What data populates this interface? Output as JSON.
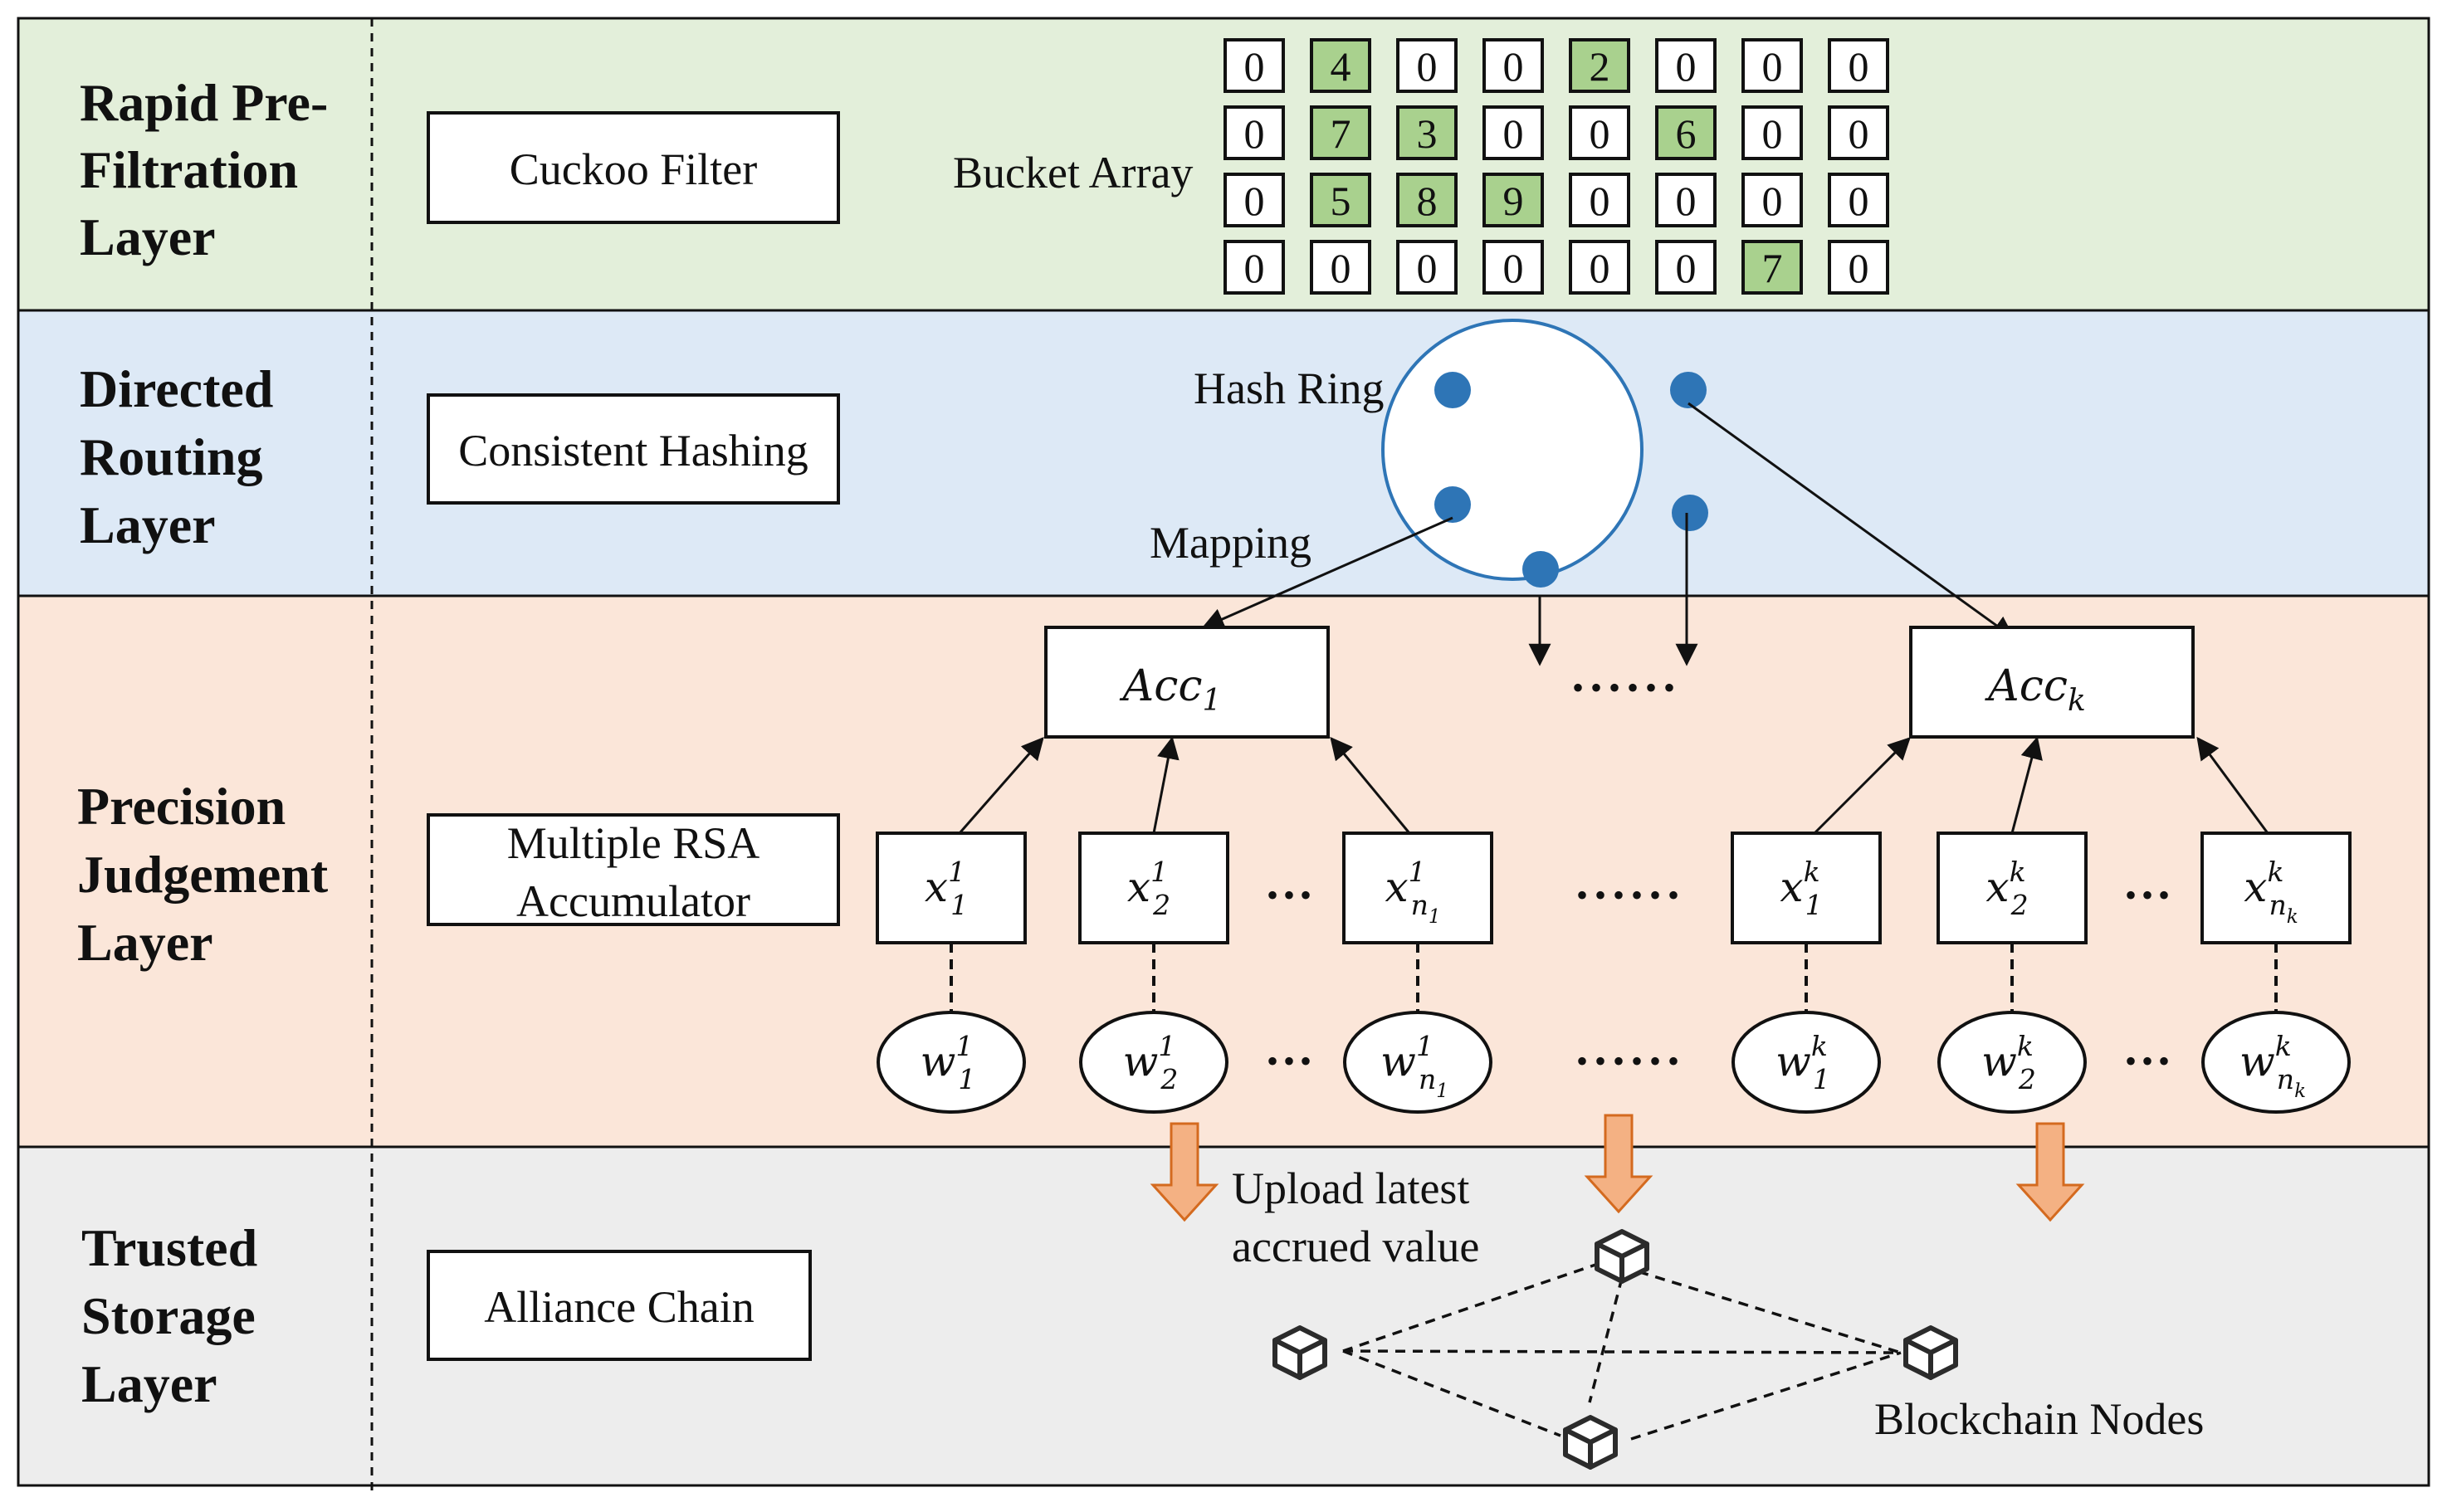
{
  "layers": [
    {
      "title_lines": [
        "Rapid Pre-",
        "Filtration",
        "Layer"
      ],
      "module": "Cuckoo Filter",
      "fill": "#e3efda"
    },
    {
      "title_lines": [
        "Directed",
        "Routing",
        "Layer"
      ],
      "module": "Consistent Hashing",
      "fill": "#dde9f6"
    },
    {
      "title_lines": [
        "Precision",
        "Judgement",
        "Layer"
      ],
      "module_lines": [
        "Multiple RSA",
        "Accumulator"
      ],
      "fill": "#fbe6d9"
    },
    {
      "title_lines": [
        "Trusted",
        "Storage",
        "Layer"
      ],
      "module": "Alliance Chain",
      "fill": "#ededed"
    }
  ],
  "bucket_array": {
    "label": "Bucket Array",
    "rows": [
      [
        0,
        4,
        0,
        0,
        2,
        0,
        0,
        0
      ],
      [
        0,
        7,
        3,
        0,
        0,
        6,
        0,
        0
      ],
      [
        0,
        5,
        8,
        9,
        0,
        0,
        0,
        0
      ],
      [
        0,
        0,
        0,
        0,
        0,
        0,
        7,
        0
      ]
    ],
    "highlight_color": "#a9d18e"
  },
  "hash_ring": {
    "label": "Hash Ring",
    "mapping_label": "Mapping",
    "node_color": "#2e75b6"
  },
  "accumulators": [
    {
      "base": "Acc",
      "sub": "1"
    },
    {
      "base": "Acc",
      "sub": "k"
    }
  ],
  "elements": [
    {
      "base": "x",
      "sub": "1",
      "sup": "1"
    },
    {
      "base": "x",
      "sub": "2",
      "sup": "1"
    },
    {
      "base": "x",
      "sub": "n",
      "sub2": "1",
      "sup": "1"
    },
    {
      "base": "x",
      "sub": "1",
      "sup": "k"
    },
    {
      "base": "x",
      "sub": "2",
      "sup": "k"
    },
    {
      "base": "x",
      "sub": "n",
      "sub2": "k",
      "sup": "k"
    }
  ],
  "witnesses": [
    {
      "base": "w",
      "sub": "1",
      "sup": "1"
    },
    {
      "base": "w",
      "sub": "2",
      "sup": "1"
    },
    {
      "base": "w",
      "sub": "n",
      "sub2": "1",
      "sup": "1"
    },
    {
      "base": "w",
      "sub": "1",
      "sup": "k"
    },
    {
      "base": "w",
      "sub": "2",
      "sup": "k"
    },
    {
      "base": "w",
      "sub": "n",
      "sub2": "k",
      "sup": "k"
    }
  ],
  "ellipsis_short": "•••",
  "ellipsis_long": "••••••",
  "upload_label_lines": [
    "Upload latest",
    "accrued value"
  ],
  "arrow_color": "#f4b183",
  "arrow_stroke": "#d46a1f",
  "blockchain_label": "Blockchain Nodes"
}
